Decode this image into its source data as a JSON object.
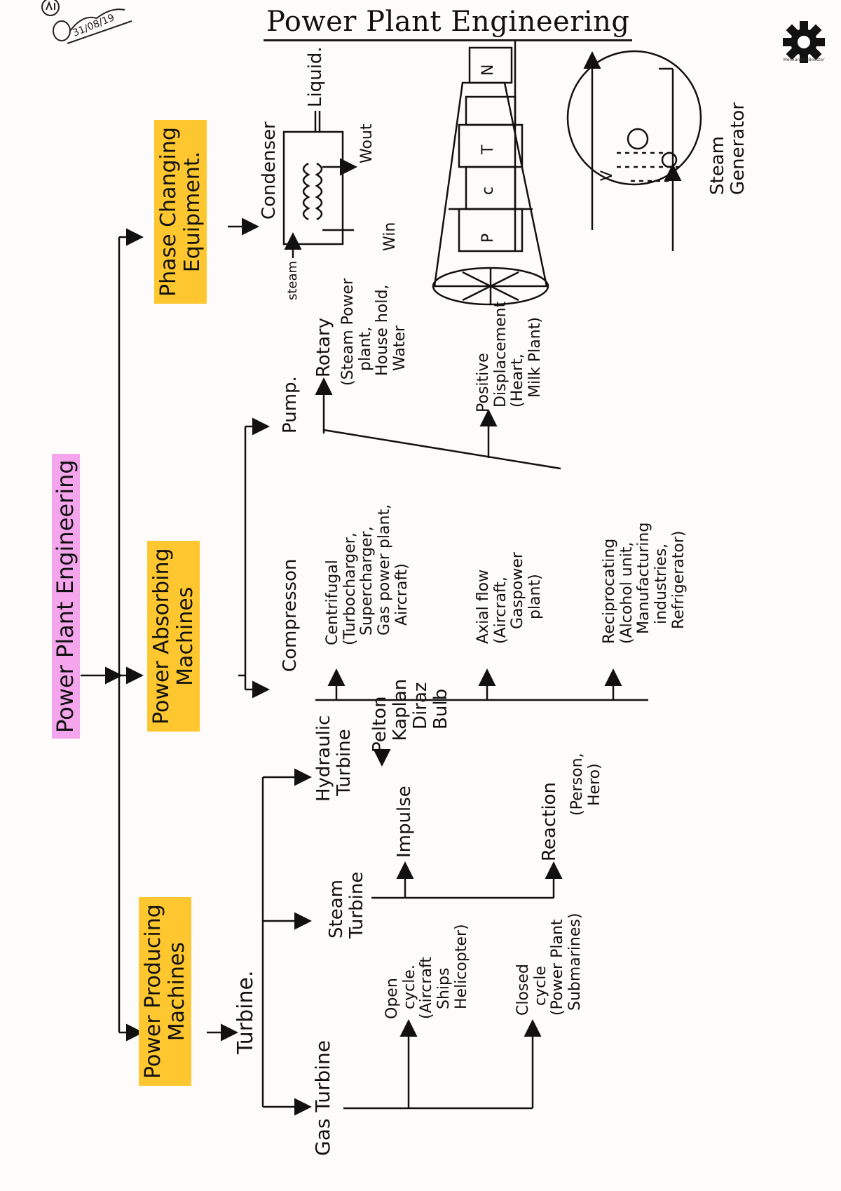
{
  "title": "Power Plant Engineering",
  "signature": "Rain 31/08/19",
  "logo": {
    "icon": "gear-icon",
    "caption": "Mechanical Booster"
  },
  "colors": {
    "pink_highlight": "#f4a5ec",
    "yellow_highlight": "#ffc72f",
    "ink": "#111111"
  },
  "root": "Power Plant Engineering",
  "categories": {
    "producing": "Power Producing\nMachines",
    "absorbing": "Power Absorbing\nMachines",
    "changing": "Phase Changing\nEquipment."
  },
  "producing": {
    "turbine": "Turbine.",
    "gas_turbine": "Gas Turbine",
    "open_cycle": "Open\n  cycle.\n(Aircraft\n  Ships\n  Helicopter)",
    "closed_cycle": "Closed\n  cycle\n(Power Plant\n Submarines)",
    "steam_turbine": "Steam\nTurbine",
    "impulse": "Impulse",
    "reaction": "Reaction",
    "reaction_examples": "(Person,\n  Hero)",
    "hydraulic_turbine": "Hydraulic\n Turbine",
    "hydraulic_types": "Pelton\n  Kaplan\n    Diraz\n    Bulb"
  },
  "absorbing": {
    "compressor": "Compresson",
    "centrifugal": "Centrifugal\n(Turbocharger,\n  Supercharger,\n  Gas power plant,\n    Aircraft)",
    "axial": "Axial flow\n(Aircraft,\n   Gaspower\n     plant)",
    "reciprocating": "Reciprocating\n(Alcohol unit,\n  Manufacturing\n    industries,\n   Refrigerator)",
    "pump": "Pump.",
    "rotary": "Rotary",
    "rotary_examples": "(Steam Power\n   plant,\n  House hold,\n   Water",
    "positive_displacement": "Positive\n Displacement\n (Heart,\n   Milk Plant)"
  },
  "changing": {
    "condenser": "Condenser",
    "steam_in": "steam",
    "liquid_out": "Liquid.",
    "w_in": "Win",
    "w_out": "Wout",
    "engine_letters": {
      "p": "P",
      "c": "c",
      "t": "T",
      "n": "N"
    },
    "steam_generator": "Steam\nGenerator",
    "boiler_letter": "V"
  }
}
